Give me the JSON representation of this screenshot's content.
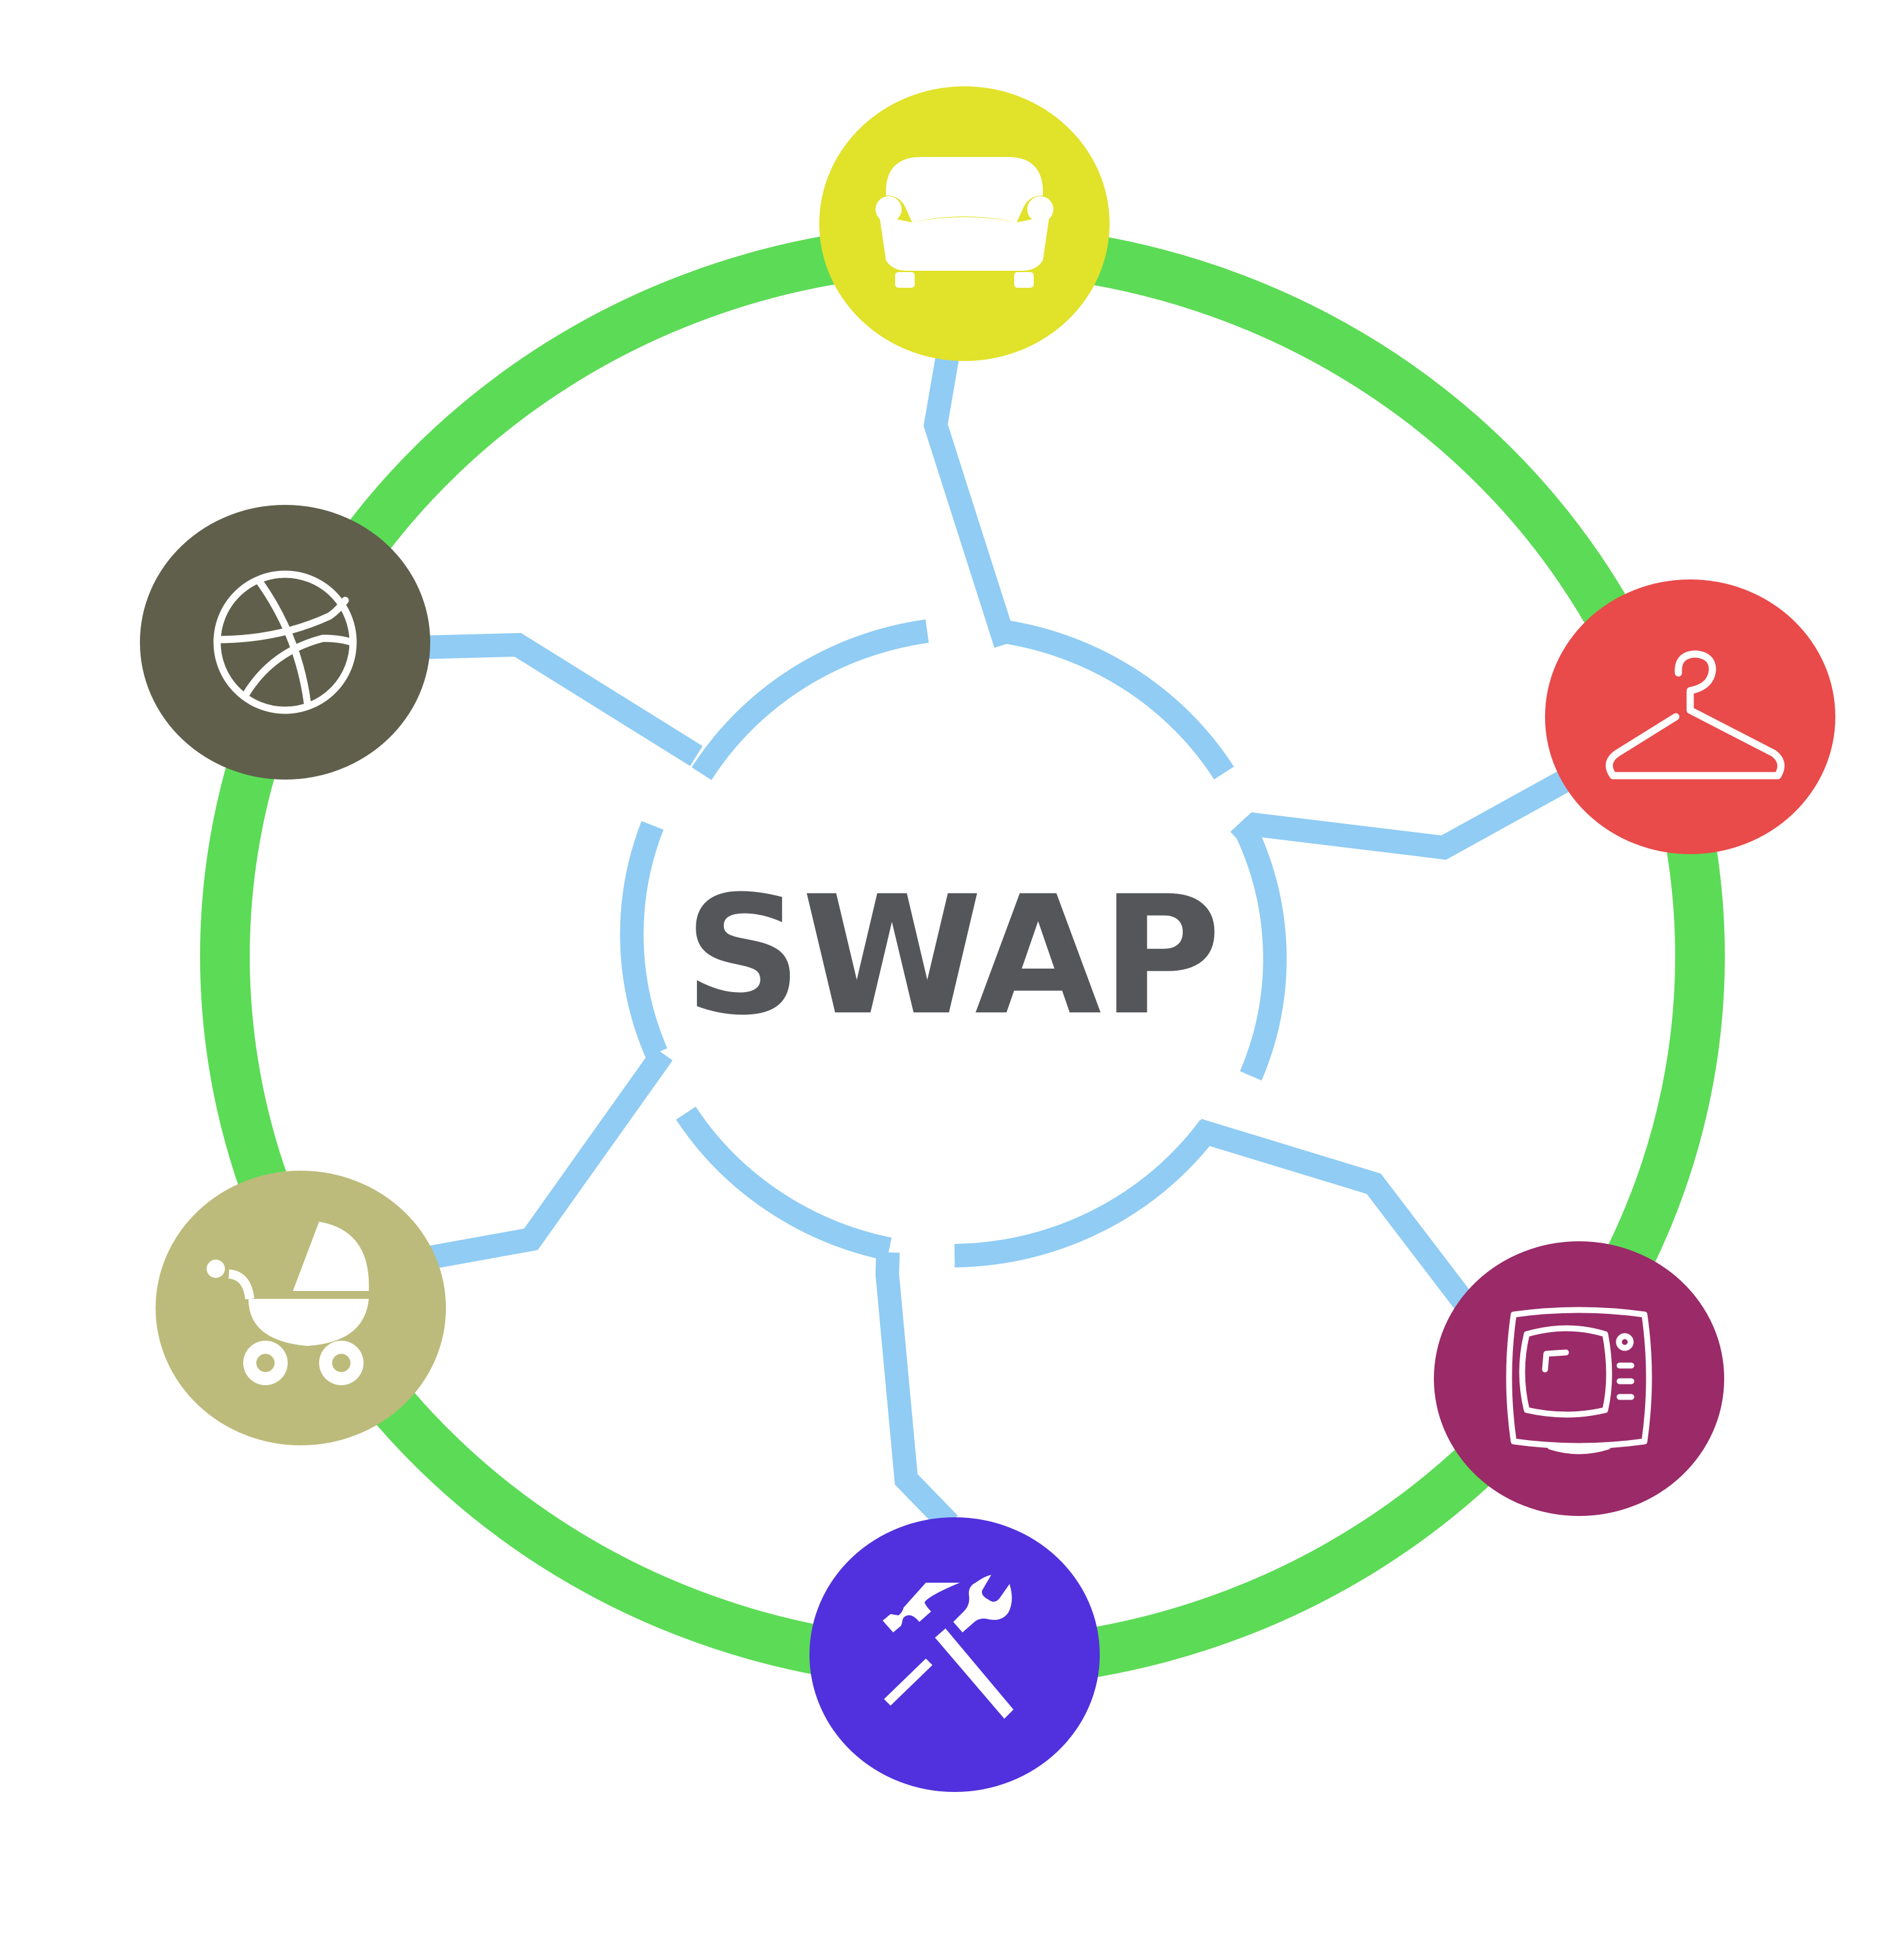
{
  "center": {
    "label": "SWAP",
    "color": "#55565a"
  },
  "colors": {
    "ring": "#5cdb56",
    "connector": "#90ccf4",
    "icon": "#ffffff"
  },
  "nodes": [
    {
      "id": "furniture",
      "icon": "sofa-icon",
      "color": "#e1e22a"
    },
    {
      "id": "clothing",
      "icon": "hanger-icon",
      "color": "#e94a4a"
    },
    {
      "id": "electronics",
      "icon": "tv-icon",
      "color": "#9a2a68"
    },
    {
      "id": "tools",
      "icon": "hammer-wrench-icon",
      "color": "#5031dd"
    },
    {
      "id": "baby",
      "icon": "stroller-icon",
      "color": "#bcbb7b"
    },
    {
      "id": "sports",
      "icon": "ball-icon",
      "color": "#5f5f4b"
    }
  ]
}
